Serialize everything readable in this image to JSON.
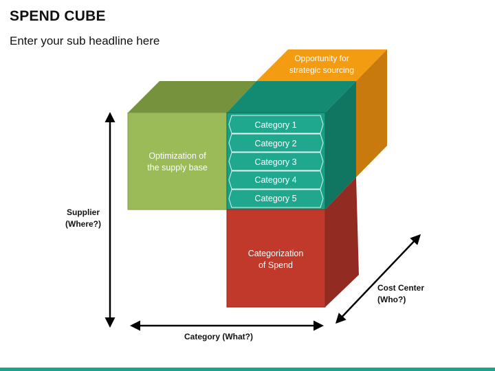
{
  "title": "SPEND CUBE",
  "subtitle": "Enter your sub headline here",
  "boxes": {
    "optimization": {
      "line1": "Optimization of",
      "line2": "the supply base",
      "color": "#9bbb59"
    },
    "categorization": {
      "line1": "Categorization",
      "line2": "of Spend",
      "color": "#c0392b"
    },
    "opportunity": {
      "line1": "Opportunity for",
      "line2": "strategic sourcing",
      "color": "#f39c12"
    }
  },
  "categories": [
    "Category 1",
    "Category 2",
    "Category 3",
    "Category 4",
    "Category 5"
  ],
  "axes": {
    "supplier": {
      "line1": "Supplier",
      "line2": "(Where?)"
    },
    "category": "Category (What?)",
    "cost_center": {
      "line1": "Cost Center",
      "line2": "(Who?)"
    }
  },
  "colors": {
    "teal": "#16a085",
    "bottom_bar": "#1aa48a"
  }
}
